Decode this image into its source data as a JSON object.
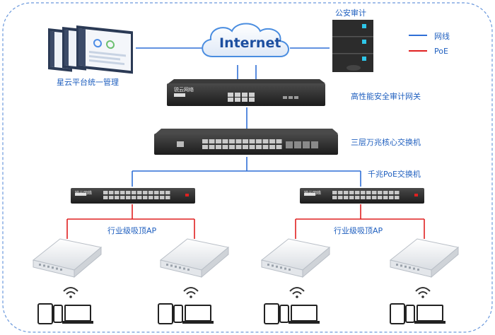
{
  "labels": {
    "internet": "Internet",
    "platform": "星云平台统一管理",
    "audit": "公安审计",
    "gateway": "高性能安全审计网关",
    "core_switch": "三层万兆核心交换机",
    "poe_switch": "千兆PoE交换机",
    "ap_left": "行业级吸顶AP",
    "ap_right": "行业级吸顶AP",
    "switch_brand": "锐云网络"
  },
  "legend": {
    "network": {
      "label": "网线",
      "color": "#2f6fd6"
    },
    "poe": {
      "label": "PoE",
      "color": "#e02020"
    }
  },
  "colors": {
    "frame": "#5a8fd8",
    "device_dark": "#2b2b2b",
    "port": "#cfcfcf"
  }
}
